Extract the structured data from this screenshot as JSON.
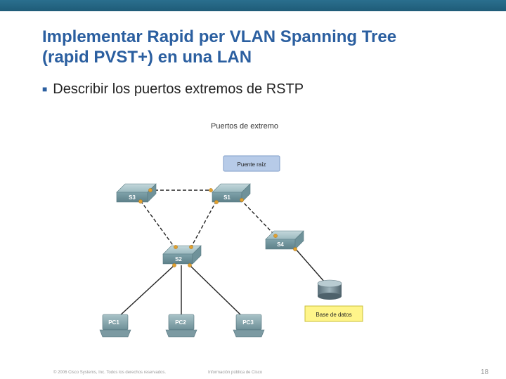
{
  "slide": {
    "title_line1": "Implementar Rapid per VLAN Spanning Tree",
    "title_line2": "(rapid PVST+) en una LAN",
    "bullet": "Describir los puertos extremos de RSTP"
  },
  "diagram": {
    "heading": "Puertos de extremo",
    "root_label": "Puente raíz",
    "switches": {
      "s1": "S1",
      "s2": "S2",
      "s3": "S3",
      "s4": "S4"
    },
    "pcs": {
      "pc1": "PC1",
      "pc2": "PC2",
      "pc3": "PC3"
    },
    "db_label": "Base de datos"
  },
  "footer": {
    "copyright": "© 2006 Cisco Systems, Inc. Todos los derechos reservados.",
    "info": "Información pública de Cisco",
    "page": "18"
  },
  "colors": {
    "title": "#2b5fa0",
    "topbar": "#1f5c78",
    "switch": "#8fb0b8",
    "port": "#e0a030",
    "root_box": "#b7cbe8",
    "db_box": "#fff58a"
  }
}
